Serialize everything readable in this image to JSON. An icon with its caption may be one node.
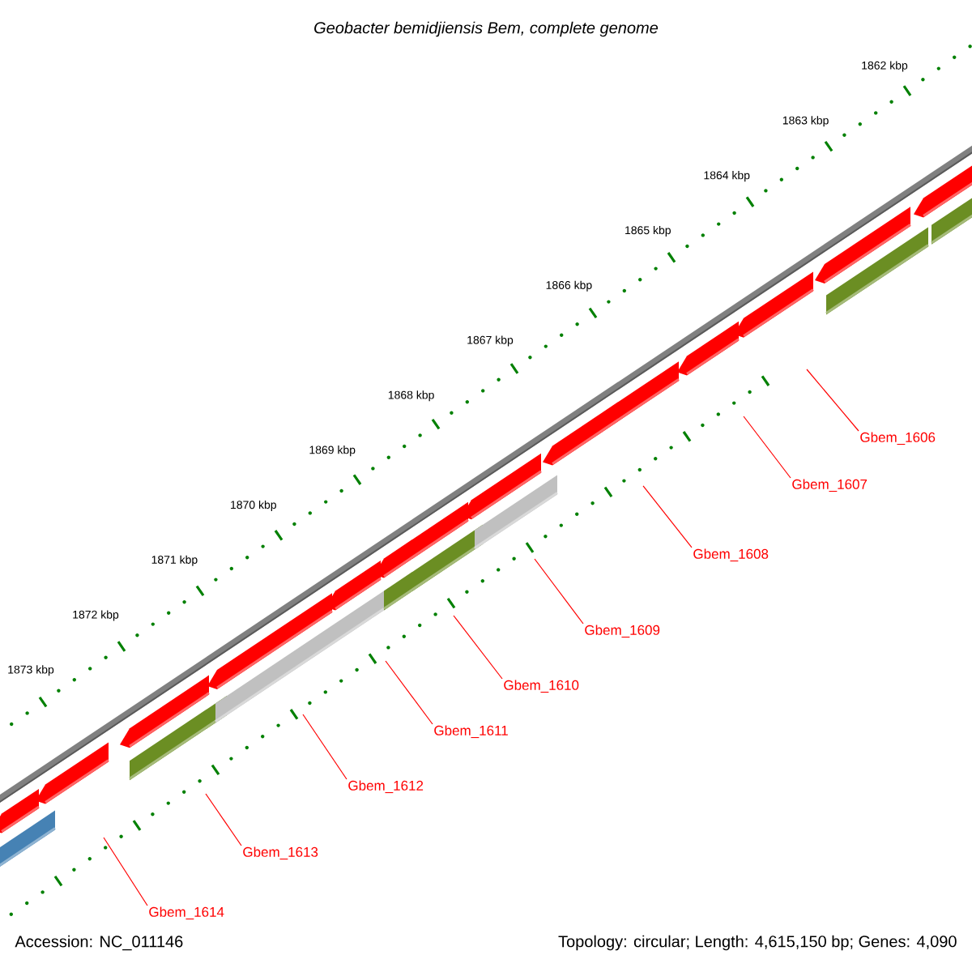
{
  "diagram": {
    "title": "Geobacter bemidjiensis Bem, complete genome",
    "nodes": [
      {
        "text": [
          "Gbem_1606"
        ]
      },
      {
        "text": [
          "Gbem_1607"
        ]
      },
      {
        "text": [
          "Gbem_1608"
        ]
      },
      {
        "text": [
          "Gbem_1609"
        ]
      },
      {
        "text": [
          "Gbem_1610"
        ]
      },
      {
        "text": [
          "Gbem_1611"
        ]
      },
      {
        "text": [
          "Gbem_1612"
        ]
      },
      {
        "text": [
          "Gbem_1613"
        ]
      },
      {
        "text": [
          "Gbem_1614"
        ]
      }
    ],
    "edges": [
      {
        "from": 0,
        "to": null,
        "arrow": "none"
      },
      {
        "from": 1,
        "to": null,
        "arrow": "none"
      },
      {
        "from": 2,
        "to": null,
        "arrow": "none"
      },
      {
        "from": 3,
        "to": null,
        "arrow": "none"
      },
      {
        "from": 4,
        "to": null,
        "arrow": "none"
      },
      {
        "from": 5,
        "to": null,
        "arrow": "none"
      },
      {
        "from": 6,
        "to": null,
        "arrow": "none"
      },
      {
        "from": 7,
        "to": null,
        "arrow": "none"
      },
      {
        "from": 8,
        "to": null,
        "arrow": "none"
      }
    ],
    "labels": [
      "1862 kbp",
      "1863 kbp",
      "1864 kbp",
      "1865 kbp",
      "1866 kbp",
      "1867 kbp",
      "1868 kbp",
      "1869 kbp",
      "1870 kbp",
      "1871 kbp",
      "1872 kbp",
      "1873 kbp",
      "Accession: NC_011146",
      "Topology: circular; Length: 4,615,150 bp; Genes: 4,090"
    ]
  }
}
